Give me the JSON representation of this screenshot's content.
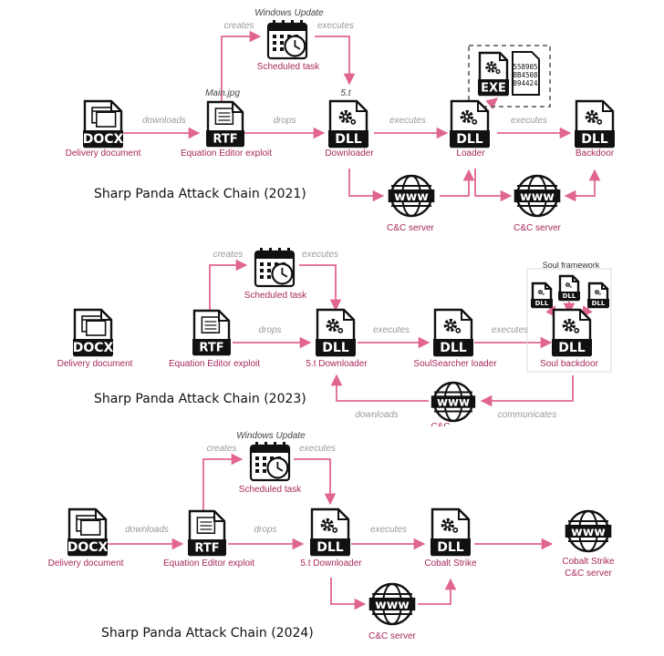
{
  "colors": {
    "arrow": "#e06690",
    "node_label": "#a8285c",
    "edge_label": "#9a9a9a",
    "icon": "#111111"
  },
  "diagram_2021": {
    "title": "Sharp Panda Attack Chain (2021)",
    "windows_update": "Windows Update",
    "creates": "creates",
    "executes_top": "executes",
    "scheduled_task": "Scheduled task",
    "main_jpg": "Main.jpg",
    "five_t": "5.t",
    "downloads": "downloads",
    "drops": "drops",
    "executes_1": "executes",
    "executes_2": "executes",
    "delivery_document": "Delivery document",
    "equation_editor_exploit": "Equation Editor exploit",
    "downloader": "Downloader",
    "loader": "Loader",
    "backdoor": "Backdoor",
    "cc_server_1": "C&C server",
    "cc_server_2": "C&C server",
    "hex_lines": [
      "558905",
      "8B4508",
      "894424"
    ]
  },
  "diagram_2023": {
    "title": "Sharp Panda Attack Chain (2023)",
    "creates": "creates",
    "executes_top": "executes",
    "scheduled_task": "Scheduled task",
    "drops": "drops",
    "executes_1": "executes",
    "executes_2": "executes",
    "delivery_document": "Delivery document",
    "equation_editor_exploit": "Equation Editor exploit",
    "downloader": "5.t Downloader",
    "soulsearcher_loader": "SoulSearcher loader",
    "soul_framework": "Soul framework",
    "soul_backdoor": "Soul backdoor",
    "downloads": "downloads",
    "communicates": "communicates",
    "cc_partial": "C&C"
  },
  "diagram_2024": {
    "title": "Sharp Panda Attack Chain (2024)",
    "windows_update": "Windows Update",
    "creates": "creates",
    "executes_top": "executes",
    "scheduled_task": "Scheduled task",
    "downloads": "downloads",
    "drops": "drops",
    "executes_1": "executes",
    "delivery_document": "Delivery document",
    "equation_editor_exploit": "Equation Editor exploit",
    "downloader": "5.t Downloader",
    "cobalt_strike": "Cobalt Strike",
    "cobalt_strike_cc": "Cobalt Strike",
    "cc_server_label": "C&C server",
    "cc_server": "C&C server"
  },
  "icons": {
    "docx": "DOCX",
    "rtf": "RTF",
    "dll": "DLL",
    "exe": "EXE",
    "www": "www"
  }
}
